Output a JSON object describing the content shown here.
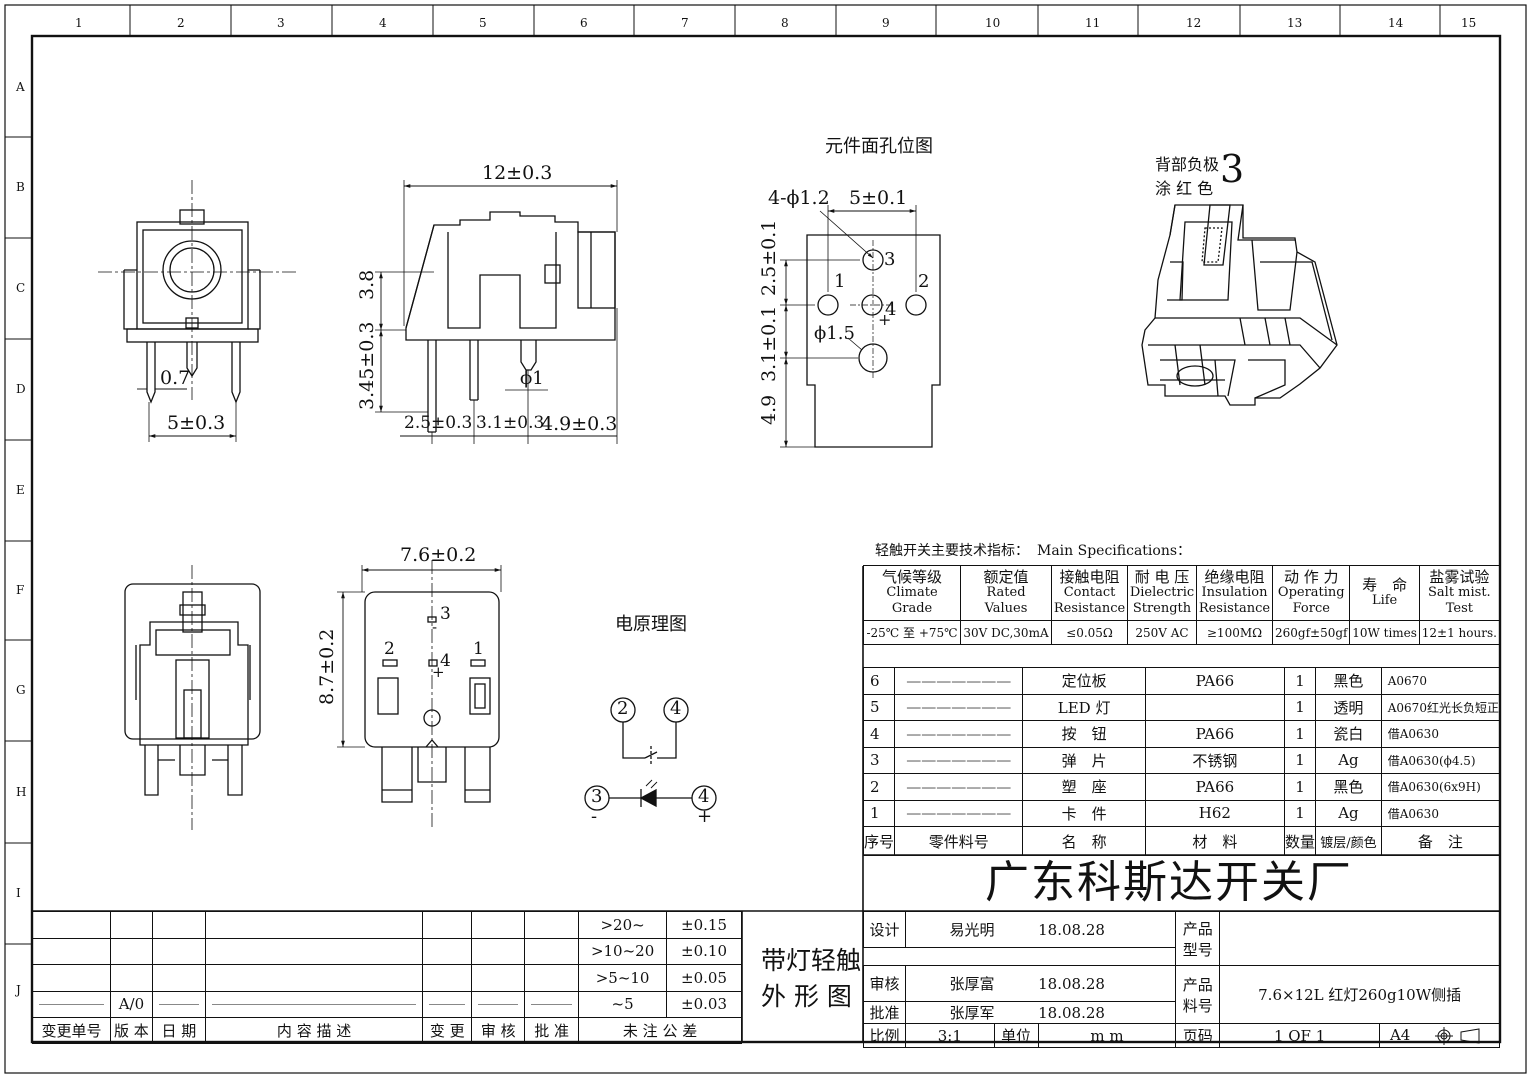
{
  "zones": {
    "cols": [
      "1",
      "2",
      "3",
      "4",
      "5",
      "6",
      "7",
      "8",
      "9",
      "10",
      "11",
      "12",
      "13",
      "14",
      "15"
    ],
    "rows": [
      "A",
      "B",
      "C",
      "D",
      "E",
      "F",
      "G",
      "H",
      "I",
      "J"
    ]
  },
  "dims": {
    "front_pitch": "5±0.3",
    "front_pin": "0.7",
    "side_width": "12±0.3",
    "side_h1": "3.8",
    "side_h2": "3.45±0.3",
    "side_p1": "2.5±0.3",
    "side_p2": "3.1±0.3",
    "side_p3": "4.9±0.3",
    "side_dia": "ϕ1",
    "bottom_width": "7.6±0.2",
    "bottom_height": "8.7±0.2",
    "hole_holes": "4-ϕ1.2",
    "hole_pitch": "5±0.1",
    "hole_v1": "2.5±0.1",
    "hole_v2": "3.1±0.1",
    "hole_v3": "4.9",
    "hole_big": "ϕ1.5"
  },
  "labels": {
    "pcb_title": "元件面孔位图",
    "circuit_title": "电原理图",
    "iso_note_1": "背部负极",
    "iso_note_2": "涂 红 色",
    "iso_num": "3",
    "pin1": "1",
    "pin2": "2",
    "pin3": "3",
    "pin4": "4",
    "plus": "+",
    "minus": "-"
  },
  "specs": {
    "title_cn": "轻触开关主要技术指标：",
    "title_en": "Main Specifications：",
    "headers": [
      {
        "cn": "气候等级",
        "en1": "Climate",
        "en2": "Grade"
      },
      {
        "cn": "额定值",
        "en1": "Rated",
        "en2": "Values"
      },
      {
        "cn": "接触电阻",
        "en1": "Contact",
        "en2": "Resistance"
      },
      {
        "cn": "耐 电 压",
        "en1": "Dielectric",
        "en2": "Strength"
      },
      {
        "cn": "绝缘电阻",
        "en1": "Insulation",
        "en2": "Resistance"
      },
      {
        "cn": "动 作 力",
        "en1": "Operating",
        "en2": "Force"
      },
      {
        "cn": "寿　命",
        "en1": "Life",
        "en2": ""
      },
      {
        "cn": "盐雾试验",
        "en1": "Salt mist.",
        "en2": "Test"
      }
    ],
    "values": [
      "-25℃ 至 +75℃",
      "30V DC,30mA",
      "≤0.05Ω",
      "250V AC",
      "≥100MΩ",
      "260gf±50gf",
      "10W times",
      "12±1 hours."
    ]
  },
  "bom": {
    "rows": [
      {
        "no": "6",
        "part": "———————",
        "name": "定位板",
        "material": "PA66",
        "qty": "1",
        "finish": "黑色",
        "note": "A0670"
      },
      {
        "no": "5",
        "part": "———————",
        "name": "LED 灯",
        "material": "",
        "qty": "1",
        "finish": "透明",
        "note": "A0670红光长负短正"
      },
      {
        "no": "4",
        "part": "———————",
        "name": "按　钮",
        "material": "PA66",
        "qty": "1",
        "finish": "瓷白",
        "note": "借A0630"
      },
      {
        "no": "3",
        "part": "———————",
        "name": "弹　片",
        "material": "不锈钢",
        "qty": "1",
        "finish": "Ag",
        "note": "借A0630(ϕ4.5)"
      },
      {
        "no": "2",
        "part": "———————",
        "name": "塑　座",
        "material": "PA66",
        "qty": "1",
        "finish": "黑色",
        "note": "借A0630(6x9H)"
      },
      {
        "no": "1",
        "part": "———————",
        "name": "卡　件",
        "material": "H62",
        "qty": "1",
        "finish": "Ag",
        "note": "借A0630"
      }
    ],
    "header": {
      "no": "序号",
      "part": "零件料号",
      "name": "名　称",
      "material": "材　料",
      "qty": "数量",
      "finish": "镀层/颜色",
      "note": "备　注"
    }
  },
  "company": "广东科斯达开关厂",
  "title_block": {
    "design_label": "设计",
    "design_name": "易光明",
    "design_date": "18.08.28",
    "review_label": "审核",
    "review_name": "张厚富",
    "review_date": "18.08.28",
    "approve_label": "批准",
    "approve_name": "张厚军",
    "approve_date": "18.08.28",
    "scale_label": "比例",
    "scale_value": "3:1",
    "unit_label": "单位",
    "unit_value": "m m",
    "product_type_label_1": "产品",
    "product_type_label_2": "型号",
    "product_code_label_1": "产品",
    "product_code_label_2": "料号",
    "product_code_value": "7.6×12L 红灯260g10W侧插",
    "page_label": "页码",
    "page_value": "1 OF 1",
    "size_value": "A4",
    "drawing_title_1": "带灯轻触",
    "drawing_title_2": "外 形 图"
  },
  "revision_block": {
    "version_value": "A/0",
    "headers": [
      "变更单号",
      "版 本",
      "日 期",
      "内 容 描 述",
      "变 更",
      "审 核",
      "批 准"
    ],
    "tol_header": "未 注 公 差",
    "tol_rows": [
      {
        "range": ">20~",
        "tol": "±0.15"
      },
      {
        "range": ">10~20",
        "tol": "±0.10"
      },
      {
        "range": ">5~10",
        "tol": "±0.05"
      },
      {
        "range": "~5",
        "tol": "±0.03"
      }
    ]
  }
}
